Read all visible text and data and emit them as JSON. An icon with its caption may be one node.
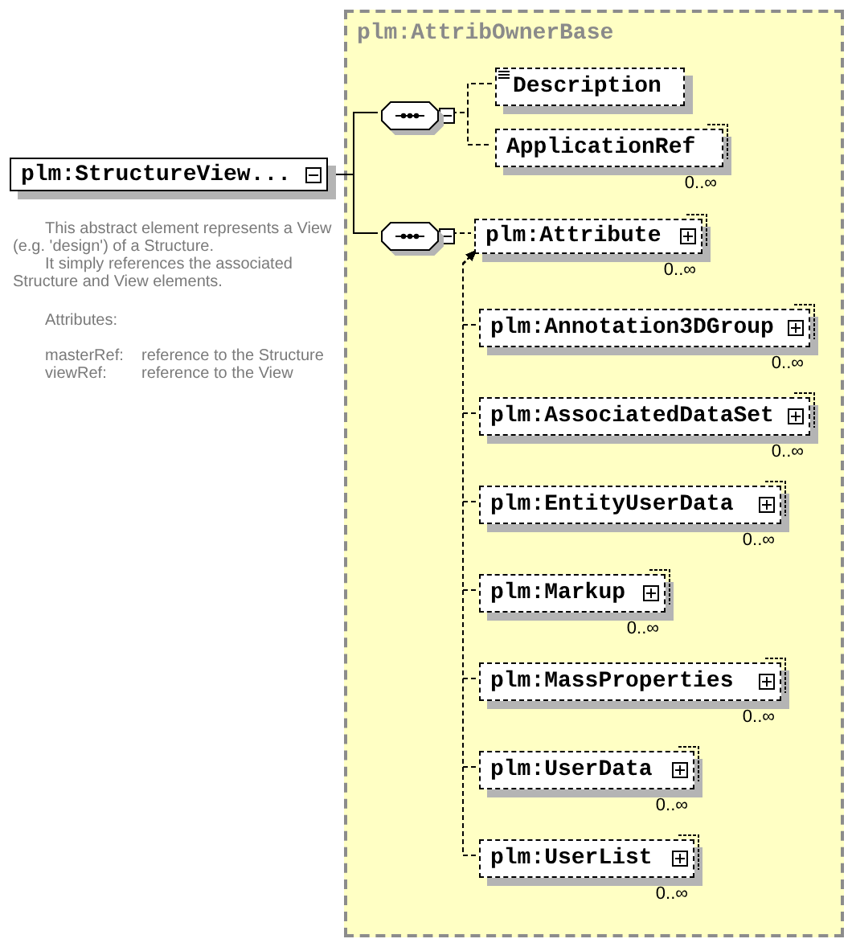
{
  "diagram": {
    "nodes": [
      {
        "text": [
          "plm:StructureView..."
        ],
        "beside": [
          "This abstract element represents a View (e.g. 'design') of a Structure.",
          "It simply references the associated Structure and View elements.",
          "Attributes:",
          "masterRef:",
          "reference to the Structure",
          "viewRef:",
          "reference to the View"
        ]
      },
      {
        "text": [
          "plm:AttribOwnerBase"
        ]
      },
      {
        "text": [],
        "shape": "octagon",
        "in": 1
      },
      {
        "text": [
          "Description"
        ],
        "in": 1
      },
      {
        "text": [
          "ApplicationRef"
        ],
        "in": 1,
        "beside": [
          "0..∞"
        ]
      },
      {
        "text": [],
        "shape": "octagon",
        "in": 1
      },
      {
        "text": [
          "plm:Attribute"
        ],
        "in": 1,
        "beside": [
          "0..∞"
        ]
      },
      {
        "text": [
          "plm:Annotation3DGroup"
        ],
        "in": 1,
        "beside": [
          "0..∞"
        ]
      },
      {
        "text": [
          "plm:AssociatedDataSet"
        ],
        "in": 1,
        "beside": [
          "0..∞"
        ]
      },
      {
        "text": [
          "plm:EntityUserData"
        ],
        "in": 1,
        "beside": [
          "0..∞"
        ]
      },
      {
        "text": [
          "plm:Markup"
        ],
        "in": 1,
        "beside": [
          "0..∞"
        ]
      },
      {
        "text": [
          "plm:MassProperties"
        ],
        "in": 1,
        "beside": [
          "0..∞"
        ]
      },
      {
        "text": [
          "plm:UserData"
        ],
        "in": 1,
        "beside": [
          "0..∞"
        ]
      },
      {
        "text": [
          "plm:UserList"
        ],
        "in": 1,
        "beside": [
          "0..∞"
        ]
      }
    ],
    "edges": [
      {
        "from": 0,
        "to": 2,
        "arrow": "none"
      },
      {
        "from": 0,
        "to": 5,
        "arrow": "none"
      },
      {
        "from": 2,
        "to": 3,
        "arrow": "none",
        "style": "dashed"
      },
      {
        "from": 2,
        "to": 4,
        "arrow": "none",
        "style": "dashed"
      },
      {
        "from": 5,
        "to": 6,
        "arrow": "none",
        "style": "dashed"
      },
      {
        "from": 7,
        "to": 6,
        "arrow": "to",
        "style": "dashed"
      },
      {
        "from": 8,
        "to": 6,
        "arrow": "to",
        "style": "dashed"
      },
      {
        "from": 9,
        "to": 6,
        "arrow": "to",
        "style": "dashed"
      },
      {
        "from": 10,
        "to": 6,
        "arrow": "to",
        "style": "dashed"
      },
      {
        "from": 11,
        "to": 6,
        "arrow": "to",
        "style": "dashed"
      },
      {
        "from": 12,
        "to": 6,
        "arrow": "to",
        "style": "dashed"
      },
      {
        "from": 13,
        "to": 6,
        "arrow": "to",
        "style": "dashed"
      }
    ]
  }
}
